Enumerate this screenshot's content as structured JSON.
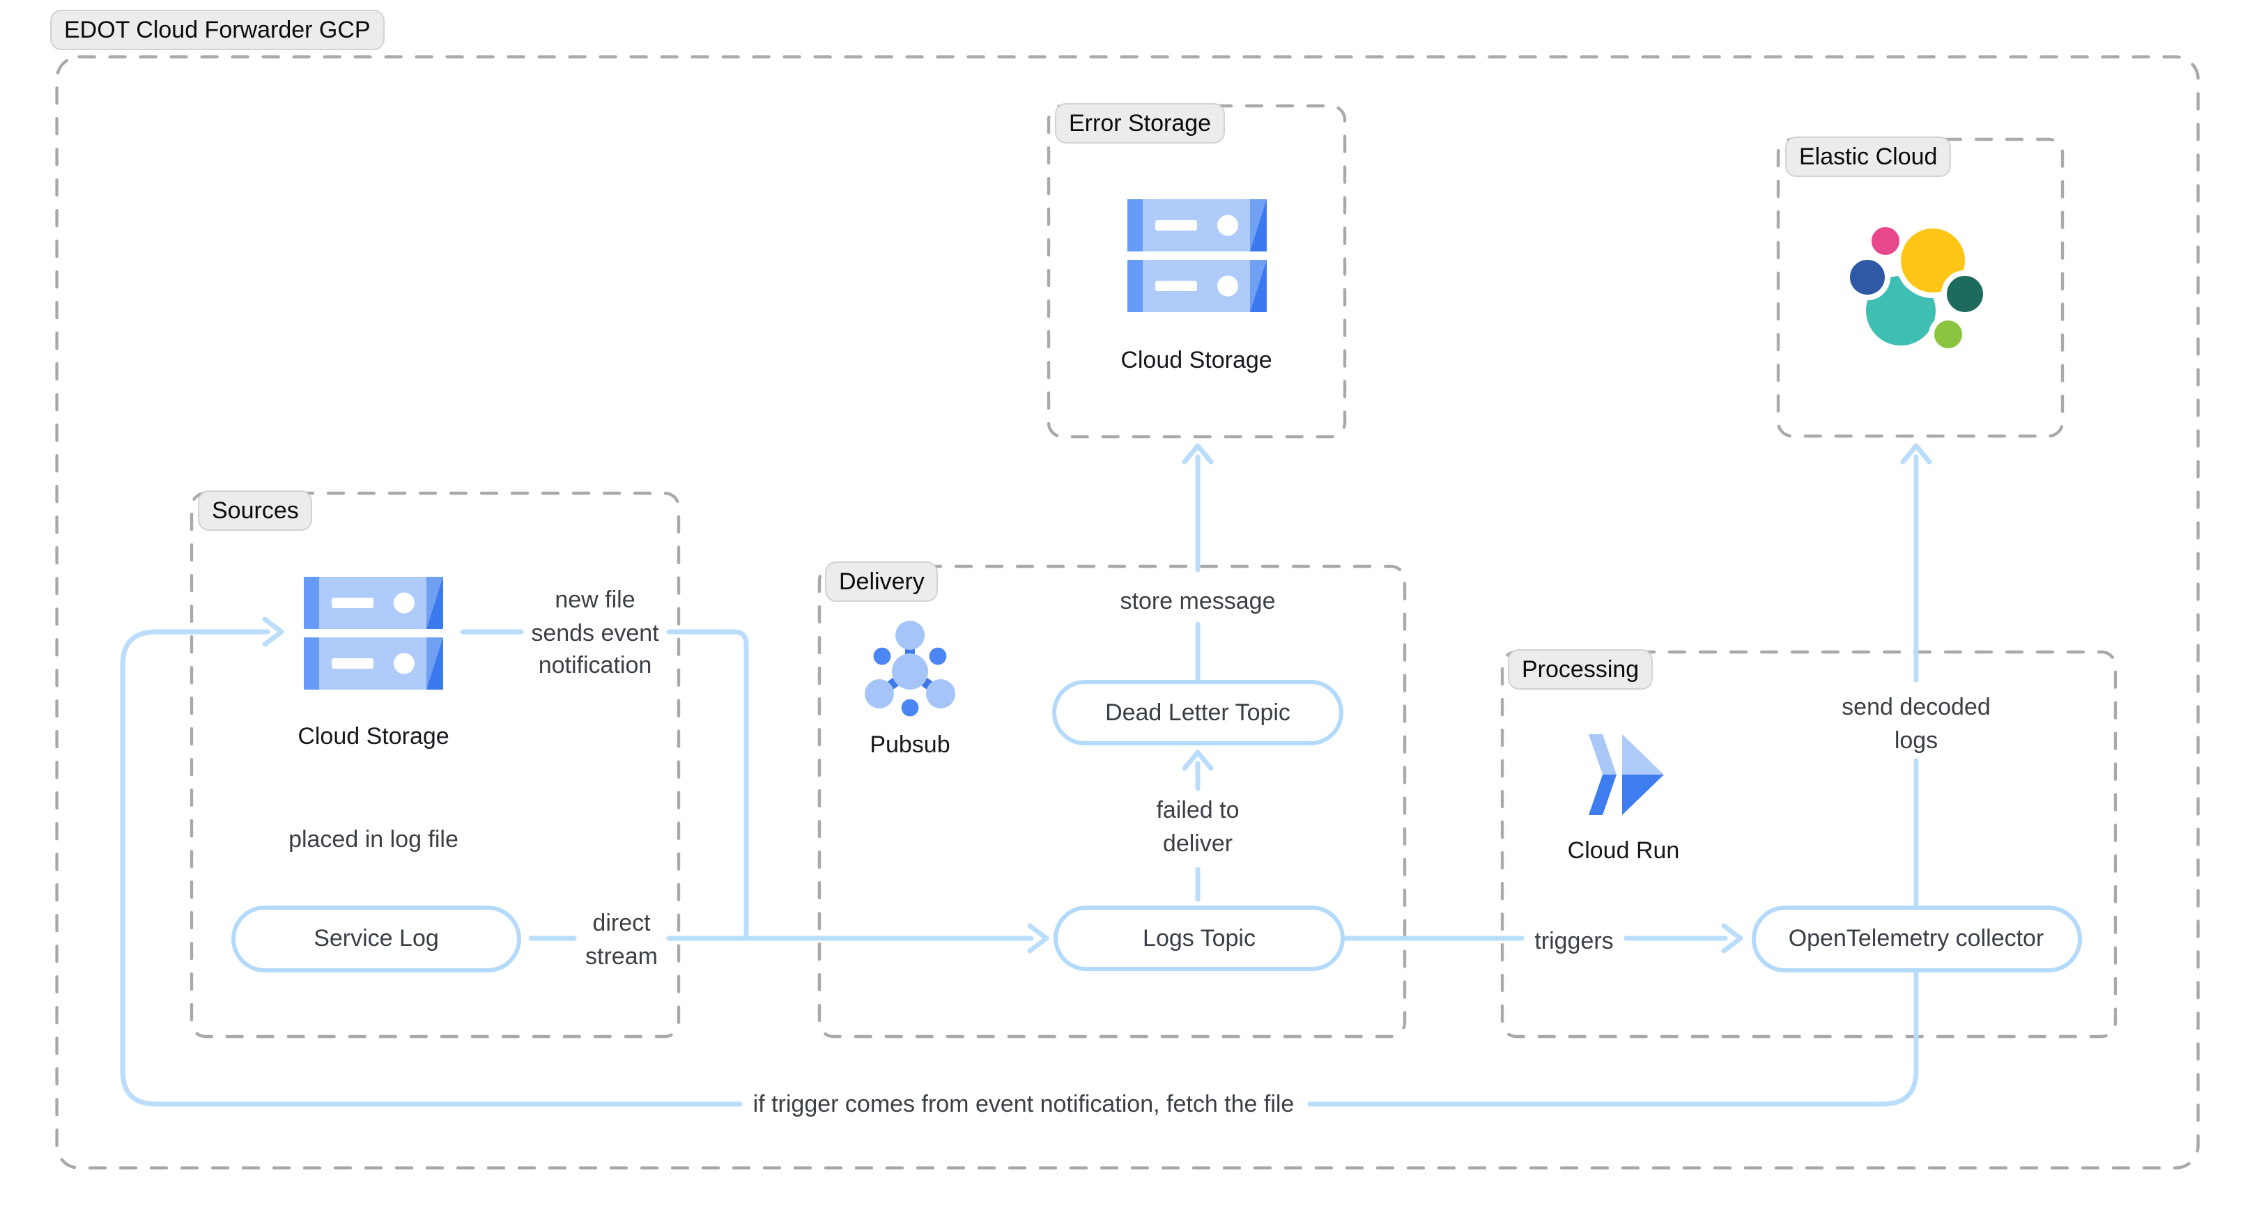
{
  "title": "EDOT Cloud Forwarder GCP",
  "groups": {
    "sources": {
      "label": "Sources"
    },
    "delivery": {
      "label": "Delivery"
    },
    "error_storage": {
      "label": "Error Storage"
    },
    "elastic_cloud": {
      "label": "Elastic Cloud"
    },
    "processing": {
      "label": "Processing"
    }
  },
  "nodes": {
    "cloud_storage_sources": {
      "label": "Cloud Storage"
    },
    "service_log": {
      "label": "Service Log"
    },
    "pubsub": {
      "label": "Pubsub"
    },
    "dead_letter_topic": {
      "label": "Dead Letter Topic"
    },
    "logs_topic": {
      "label": "Logs Topic"
    },
    "cloud_storage_error": {
      "label": "Cloud Storage"
    },
    "cloud_run": {
      "label": "Cloud Run"
    },
    "otel_collector": {
      "label": "OpenTelemetry collector"
    }
  },
  "edges": {
    "new_file": {
      "lines": [
        "new file",
        "sends event",
        "notification"
      ]
    },
    "placed": {
      "text": "placed in log file"
    },
    "direct": {
      "lines": [
        "direct",
        "stream"
      ]
    },
    "failed": {
      "lines": [
        "failed to",
        "deliver"
      ]
    },
    "store": {
      "text": "store message"
    },
    "send_decoded": {
      "lines": [
        "send decoded",
        "logs"
      ]
    },
    "triggers": {
      "text": "triggers"
    },
    "fetch_file": {
      "text": "if trigger comes from event notification, fetch the file"
    }
  },
  "icons": {
    "cloud_storage": "stacked-storage-bars",
    "pubsub": "pubsub-network",
    "cloud_run": "double-chevron-arrow",
    "elastic": "elastic-cluster-logo"
  },
  "colors": {
    "connector": "#B9DDFB",
    "node_border": "#B3DAFB",
    "dashed_border": "#A9A9A9",
    "label_bg": "#ECECEC",
    "gcp_blue_light": "#AECBFA",
    "gcp_blue": "#3E7DF0",
    "elastic_yellow": "#FDC515",
    "elastic_teal": "#3FBFB1",
    "elastic_pink": "#E8478B",
    "elastic_navy": "#2F58A5",
    "elastic_dark_green": "#1C6B5C",
    "elastic_light_green": "#8BC540"
  }
}
